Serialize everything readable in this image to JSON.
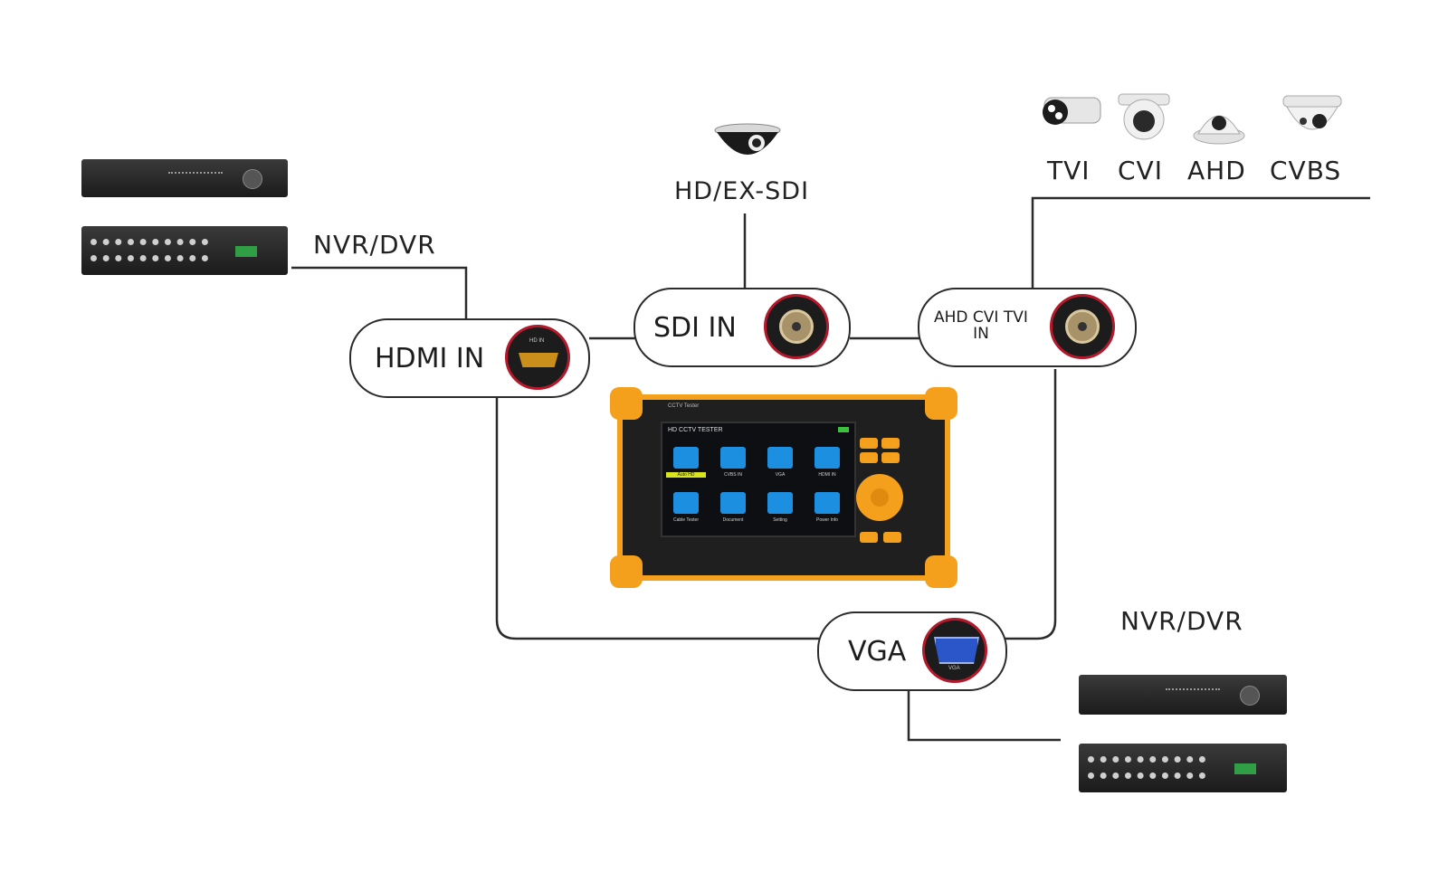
{
  "labels": {
    "sdi_source": "HD/EX-SDI",
    "nvr_dvr_left": "NVR/DVR",
    "nvr_dvr_right": "NVR/DVR",
    "camera_types": [
      "TVI",
      "CVI",
      "AHD",
      "CVBS"
    ]
  },
  "ports": {
    "hdmi_in": "HDMI IN",
    "sdi_in": "SDI IN",
    "analog_in": "AHD CVI TVI\nIN",
    "vga": "VGA"
  },
  "device": {
    "brand": "CCTV Tester",
    "screen_title": "HD CCTV TESTER",
    "apps": [
      "Auto HD",
      "CVBS IN",
      "VGA",
      "HDMI IN",
      "Cable Tester",
      "Document",
      "Setting",
      "Power Info"
    ]
  },
  "port_marks": {
    "hdmi": "HD IN",
    "vga": "VGA"
  },
  "colors": {
    "accent_orange": "#f4a01c",
    "port_ring": "#b3182b",
    "wire": "#2b2b2b",
    "app_blue": "#1d8fe0"
  }
}
